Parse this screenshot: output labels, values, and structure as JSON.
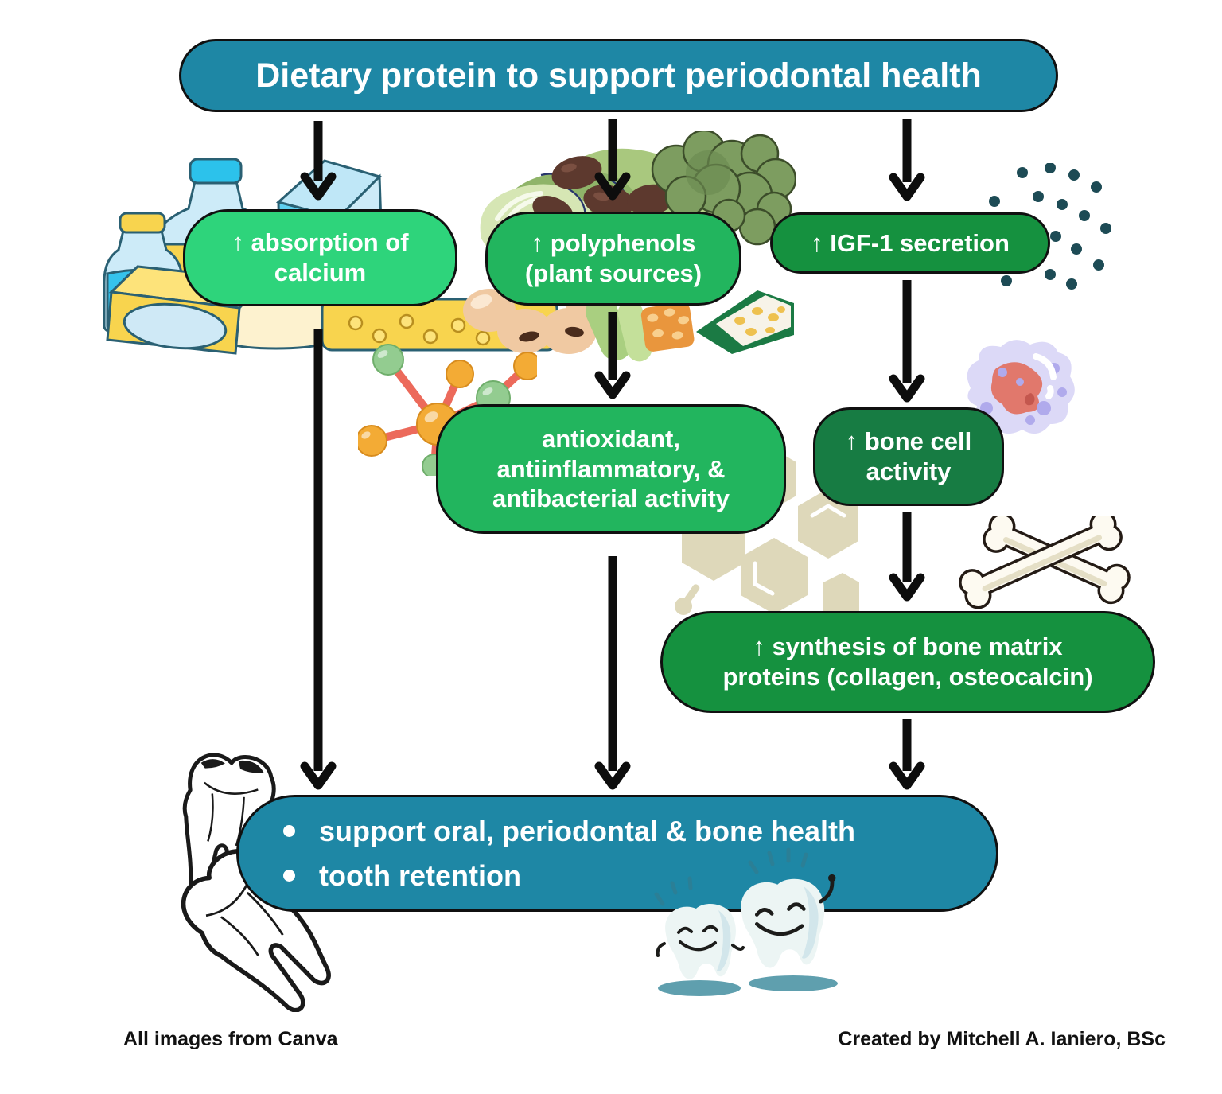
{
  "title": "Dietary protein to support periodontal health",
  "nodes": {
    "absorption": {
      "lines": [
        "↑ absorption of",
        "calcium"
      ]
    },
    "polyphenols": {
      "lines": [
        "↑ polyphenols",
        "(plant sources)"
      ]
    },
    "igf1": {
      "lines": [
        "↑ IGF-1 secretion"
      ]
    },
    "antioxidant": {
      "lines": [
        "antioxidant,",
        "antiinflammatory, &",
        "antibacterial activity"
      ]
    },
    "bone_cell": {
      "lines": [
        "↑ bone cell",
        "activity"
      ]
    },
    "synthesis": {
      "lines": [
        "↑ synthesis of bone matrix",
        "proteins (collagen, osteocalcin)"
      ]
    }
  },
  "outcome": {
    "bullets": [
      "support oral, periodontal & bone health",
      "tooth retention"
    ]
  },
  "footer": {
    "credit_left": "All images from Canva",
    "credit_right": "Created by Mitchell A. Ianiero, BSc"
  },
  "colors": {
    "teal": "#1e87a5",
    "green_bright": "#2ed47b",
    "green_medium": "#22b55e",
    "green_dark": "#15913f",
    "green_deep": "#177c43",
    "arrow_black": "#0d0d0d",
    "dot_teal": "#1d4b55"
  },
  "illustrations": [
    "dairy-products",
    "leafy-vegetables-legumes",
    "secretion-dots",
    "polyphenol-molecule",
    "bone-cell-blob",
    "molecular-hexagons",
    "crossed-bones",
    "tooth-sketch",
    "happy-teeth"
  ]
}
